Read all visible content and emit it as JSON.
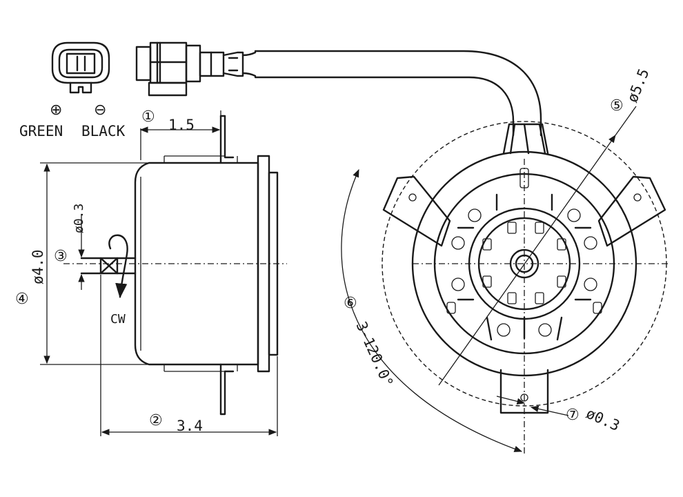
{
  "connector": {
    "plus_symbol": "⊕",
    "minus_symbol": "⊖",
    "label_green": "GREEN",
    "label_black": "BLACK"
  },
  "callouts": {
    "c1": "①",
    "c2": "②",
    "c3": "③",
    "c4": "④",
    "c5": "⑤",
    "c6": "⑥",
    "c7": "⑦"
  },
  "dimensions": {
    "d1": "1.5",
    "d2": "3.4",
    "d3": "ø0.3",
    "d4": "ø4.0",
    "d5": "ø5.5",
    "d6": "3-120.0°",
    "d7": "ø0.3"
  },
  "rotation": "CW"
}
